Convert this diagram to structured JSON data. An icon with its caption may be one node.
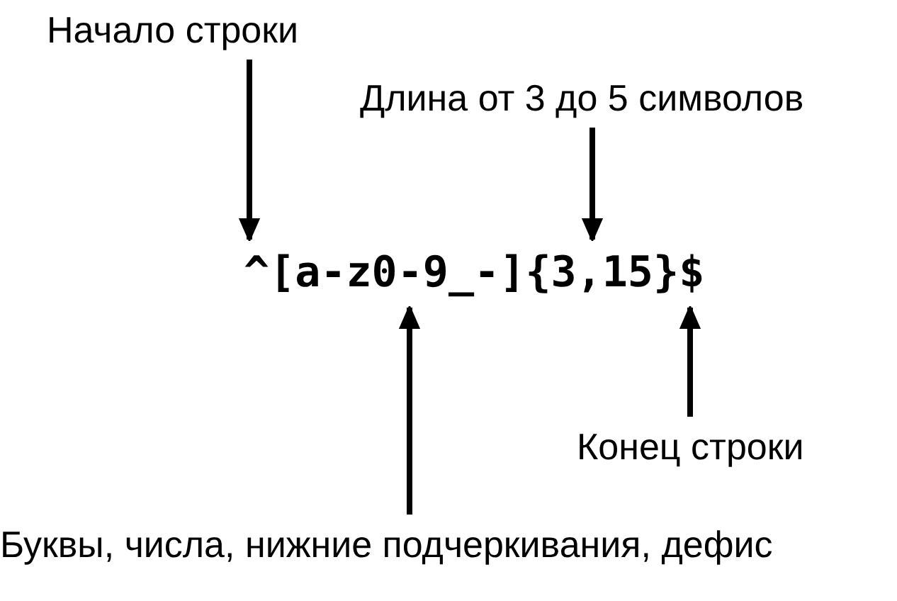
{
  "diagram": {
    "nodes": [
      {
        "text": [
          "Начало строки"
        ]
      },
      {
        "text": [
          "Длина от 3 до 5 символов"
        ]
      },
      {
        "text": [
          "^"
        ]
      },
      {
        "text": [
          "[a-z0-9_-]"
        ]
      },
      {
        "text": [
          "{3,15}"
        ]
      },
      {
        "text": [
          "$"
        ]
      },
      {
        "text": [
          "Конец строки"
        ]
      },
      {
        "text": [
          "Буквы, числа, нижние подчеркивания, дефис"
        ]
      }
    ],
    "edges": [
      {
        "from": 0,
        "to": 2,
        "arrow": "to"
      },
      {
        "from": 1,
        "to": 4,
        "arrow": "to"
      },
      {
        "from": 7,
        "to": 3,
        "arrow": "to"
      },
      {
        "from": 6,
        "to": 5,
        "arrow": "to"
      }
    ]
  }
}
